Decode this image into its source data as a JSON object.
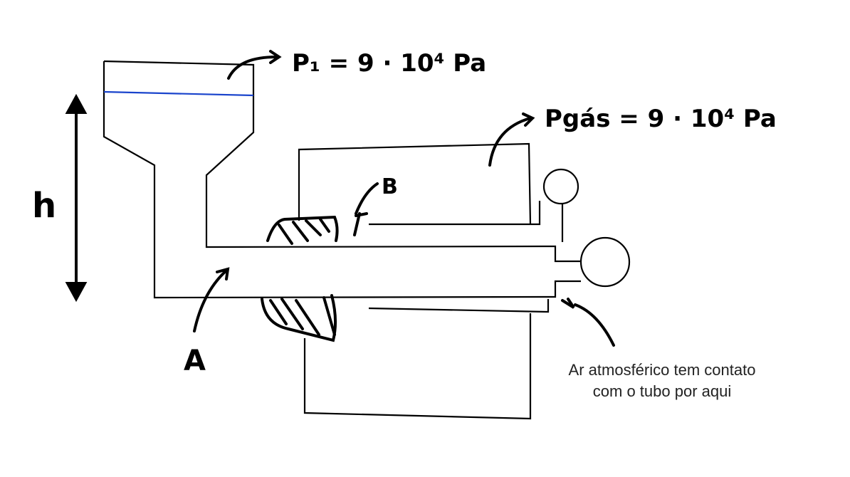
{
  "labels": {
    "p1": "P₁ = 9 · 10⁴ Pa",
    "pgas": "Pgás = 9 · 10⁴ Pa",
    "h": "h",
    "a": "A",
    "b": "B"
  },
  "caption": "Ar atmosférico tem contato com o tubo por aqui",
  "colors": {
    "water_level": "#1a44cc",
    "ink": "#000000"
  }
}
